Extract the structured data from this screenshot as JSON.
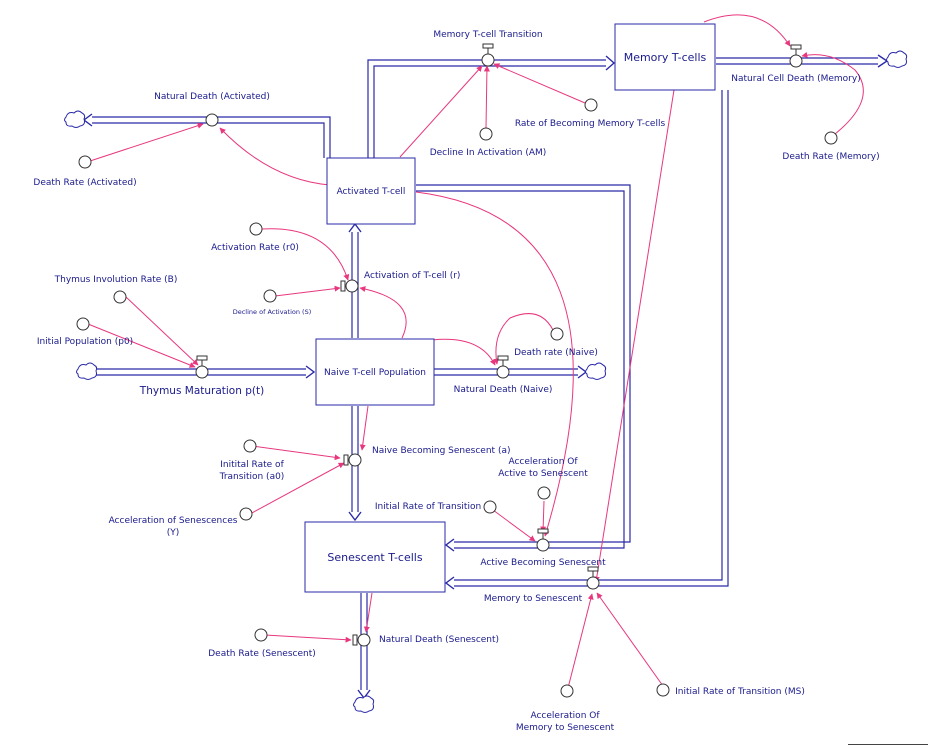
{
  "stocks": {
    "memory": "Memory T-cells",
    "activated": "Activated T-cell",
    "naive": "Naive T-cell Population",
    "senescent": "Senescent T-cells"
  },
  "flows": {
    "memory_transition": "Memory T-cell Transition",
    "natural_death_activated": "Natural Death (Activated)",
    "natural_cell_death_memory": "Natural Cell Death (Memory)",
    "activation": "Activation of T-cell (r)",
    "thymus_maturation": "Thymus Maturation p(t)",
    "natural_death_naive": "Natural Death (Naive)",
    "naive_becoming_senescent": "Naive Becoming Senescent (a)",
    "active_becoming_senescent": "Active Becoming Senescent",
    "memory_to_senescent": "Memory to Senescent",
    "natural_death_senescent": "Natural Death (Senescent)"
  },
  "auxiliaries": {
    "decline_in_activation_am": "Decline In Activation (AM)",
    "rate_becoming_memory": "Rate of Becoming Memory T-cells",
    "death_rate_memory": "Death Rate (Memory)",
    "death_rate_activated": "Death Rate (Activated)",
    "activation_rate": "Activation Rate (r0)",
    "decline_of_activation": "Decline of Activation (S)",
    "thymus_involution": "Thymus Involution Rate (B)",
    "initial_population": "Initial Population (p0)",
    "death_rate_naive": "Death rate (Naive)",
    "initial_rate_a0_line1": "Initital Rate of",
    "initial_rate_a0_line2": "Transition (a0)",
    "accel_senescences_line1": "Acceleration of Senescences",
    "accel_senescences_line2": "(Y)",
    "accel_active_line1": "Acceleration Of",
    "accel_active_line2": "Active to Senescent",
    "initial_rate_transition": "Initial Rate of Transition",
    "death_rate_senescent": "Death Rate (Senescent)",
    "initial_rate_ms": "Initial Rate of Transition (MS)",
    "accel_memory_line1": "Acceleration Of",
    "accel_memory_line2": "Memory to Senescent"
  },
  "colors": {
    "pipe": "#2a2aa8",
    "connector": "#e8377e",
    "text": "#1a1a8c"
  }
}
